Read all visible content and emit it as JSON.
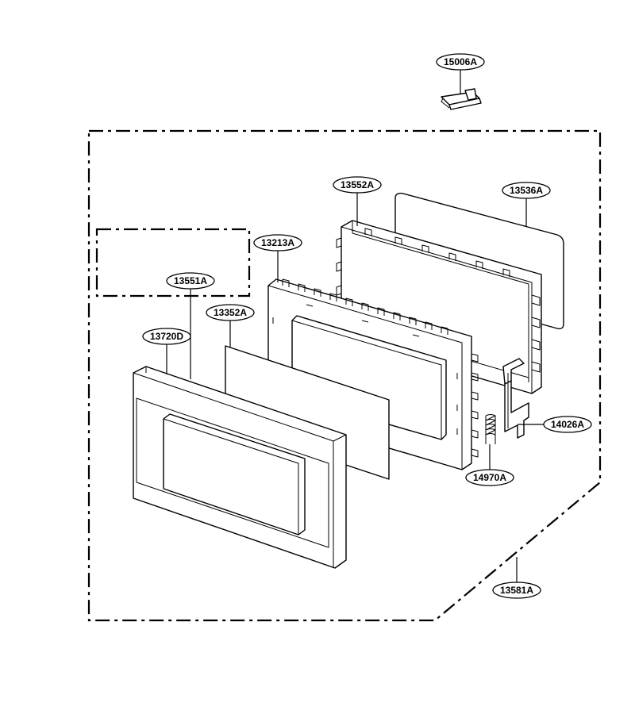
{
  "callouts": {
    "c15006A": "15006A",
    "c13552A": "13552A",
    "c13536A": "13536A",
    "c13213A": "13213A",
    "c13551A": "13551A",
    "c13352A": "13352A",
    "c13720D": "13720D",
    "c14026A": "14026A",
    "c14970A": "14970A",
    "c13581A": "13581A"
  }
}
